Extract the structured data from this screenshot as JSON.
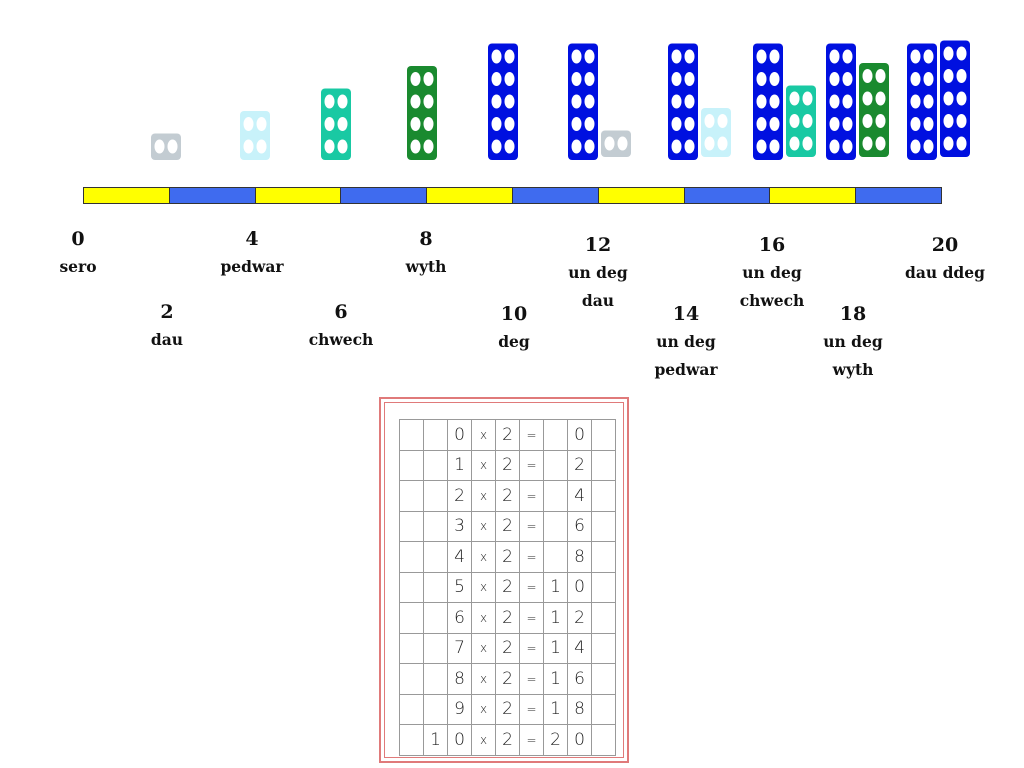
{
  "stacks": [
    {
      "value": 2,
      "bars": [
        {
          "pairs": 1,
          "color": "#c3ccd2"
        }
      ]
    },
    {
      "value": 4,
      "bars": [
        {
          "pairs": 2,
          "color": "#c8f2fa"
        }
      ]
    },
    {
      "value": 6,
      "bars": [
        {
          "pairs": 3,
          "color": "#19c9a3"
        }
      ]
    },
    {
      "value": 8,
      "bars": [
        {
          "pairs": 4,
          "color": "#1a8a2f"
        }
      ]
    },
    {
      "value": 10,
      "bars": [
        {
          "pairs": 5,
          "color": "#0010e0"
        }
      ]
    },
    {
      "value": 12,
      "bars": [
        {
          "pairs": 5,
          "color": "#0010e0"
        },
        {
          "pairs": 1,
          "color": "#c3ccd2"
        }
      ]
    },
    {
      "value": 14,
      "bars": [
        {
          "pairs": 5,
          "color": "#0010e0"
        },
        {
          "pairs": 2,
          "color": "#c8f2fa"
        }
      ]
    },
    {
      "value": 16,
      "bars": [
        {
          "pairs": 5,
          "color": "#0010e0"
        },
        {
          "pairs": 3,
          "color": "#19c9a3"
        }
      ]
    },
    {
      "value": 18,
      "bars": [
        {
          "pairs": 5,
          "color": "#0010e0"
        },
        {
          "pairs": 4,
          "color": "#1a8a2f"
        }
      ]
    },
    {
      "value": 20,
      "bars": [
        {
          "pairs": 5,
          "color": "#0010e0"
        },
        {
          "pairs": 5,
          "color": "#0010e0"
        }
      ]
    }
  ],
  "number_line": {
    "colors": [
      "#ffff00",
      "#3f6bef"
    ],
    "segments": 10
  },
  "labels": [
    {
      "num": "0",
      "words": [
        "sero"
      ]
    },
    {
      "num": "2",
      "words": [
        "dau"
      ]
    },
    {
      "num": "4",
      "words": [
        "pedwar"
      ]
    },
    {
      "num": "6",
      "words": [
        "chwech"
      ]
    },
    {
      "num": "8",
      "words": [
        "wyth"
      ]
    },
    {
      "num": "10",
      "words": [
        "deg"
      ]
    },
    {
      "num": "12",
      "words": [
        "un deg",
        "dau"
      ]
    },
    {
      "num": "14",
      "words": [
        "un deg",
        "pedwar"
      ]
    },
    {
      "num": "16",
      "words": [
        "un deg",
        "chwech"
      ]
    },
    {
      "num": "18",
      "words": [
        "un deg",
        "wyth"
      ]
    },
    {
      "num": "20",
      "words": [
        "dau ddeg"
      ]
    }
  ],
  "times_table": {
    "rows": [
      [
        "",
        "",
        "0",
        "x",
        "2",
        "=",
        "",
        "0",
        ""
      ],
      [
        "",
        "",
        "1",
        "x",
        "2",
        "=",
        "",
        "2",
        ""
      ],
      [
        "",
        "",
        "2",
        "x",
        "2",
        "=",
        "",
        "4",
        ""
      ],
      [
        "",
        "",
        "3",
        "x",
        "2",
        "=",
        "",
        "6",
        ""
      ],
      [
        "",
        "",
        "4",
        "x",
        "2",
        "=",
        "",
        "8",
        ""
      ],
      [
        "",
        "",
        "5",
        "x",
        "2",
        "=",
        "1",
        "0",
        ""
      ],
      [
        "",
        "",
        "6",
        "x",
        "2",
        "=",
        "1",
        "2",
        ""
      ],
      [
        "",
        "",
        "7",
        "x",
        "2",
        "=",
        "1",
        "4",
        ""
      ],
      [
        "",
        "",
        "8",
        "x",
        "2",
        "=",
        "1",
        "6",
        ""
      ],
      [
        "",
        "",
        "9",
        "x",
        "2",
        "=",
        "1",
        "8",
        ""
      ],
      [
        "",
        "1",
        "0",
        "x",
        "2",
        "=",
        "2",
        "0",
        ""
      ]
    ]
  }
}
